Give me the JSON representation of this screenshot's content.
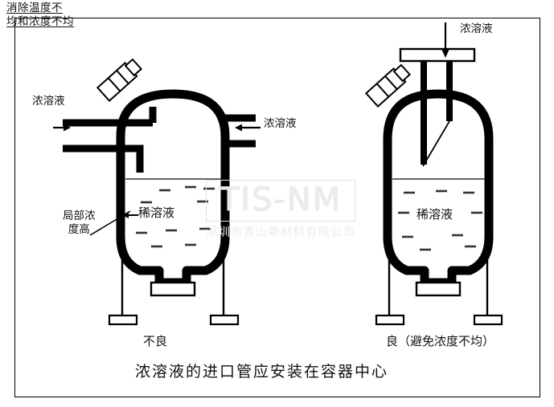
{
  "diagram": {
    "note_line1": "消除温度不",
    "note_line2": "均和浓度不均",
    "bottom_caption": "浓溶液的进口管应安装在容器中心",
    "border_color": "#000000",
    "ink_color": "#000000",
    "background": "#ffffff"
  },
  "watermark": {
    "brand": "TIS-NM",
    "company": "深圳市青山新材料有限公司",
    "color": "#ededed"
  },
  "left_vessel": {
    "caption": "不良",
    "inlet_label": "浓溶液",
    "nozzle_label": "浓溶液",
    "liquid_label": "稀溶液",
    "defect_label_line1": "局部浓",
    "defect_label_line2": "度高",
    "inlet_arrow": "arrow-right",
    "nozzle_arrow": "arrow-left",
    "liquid_arrow": "arrow-left"
  },
  "right_vessel": {
    "caption": "良（避免浓度不均）",
    "inlet_label": "浓溶液",
    "liquid_label": "稀溶液",
    "inlet_arrow": "arrow-down"
  }
}
